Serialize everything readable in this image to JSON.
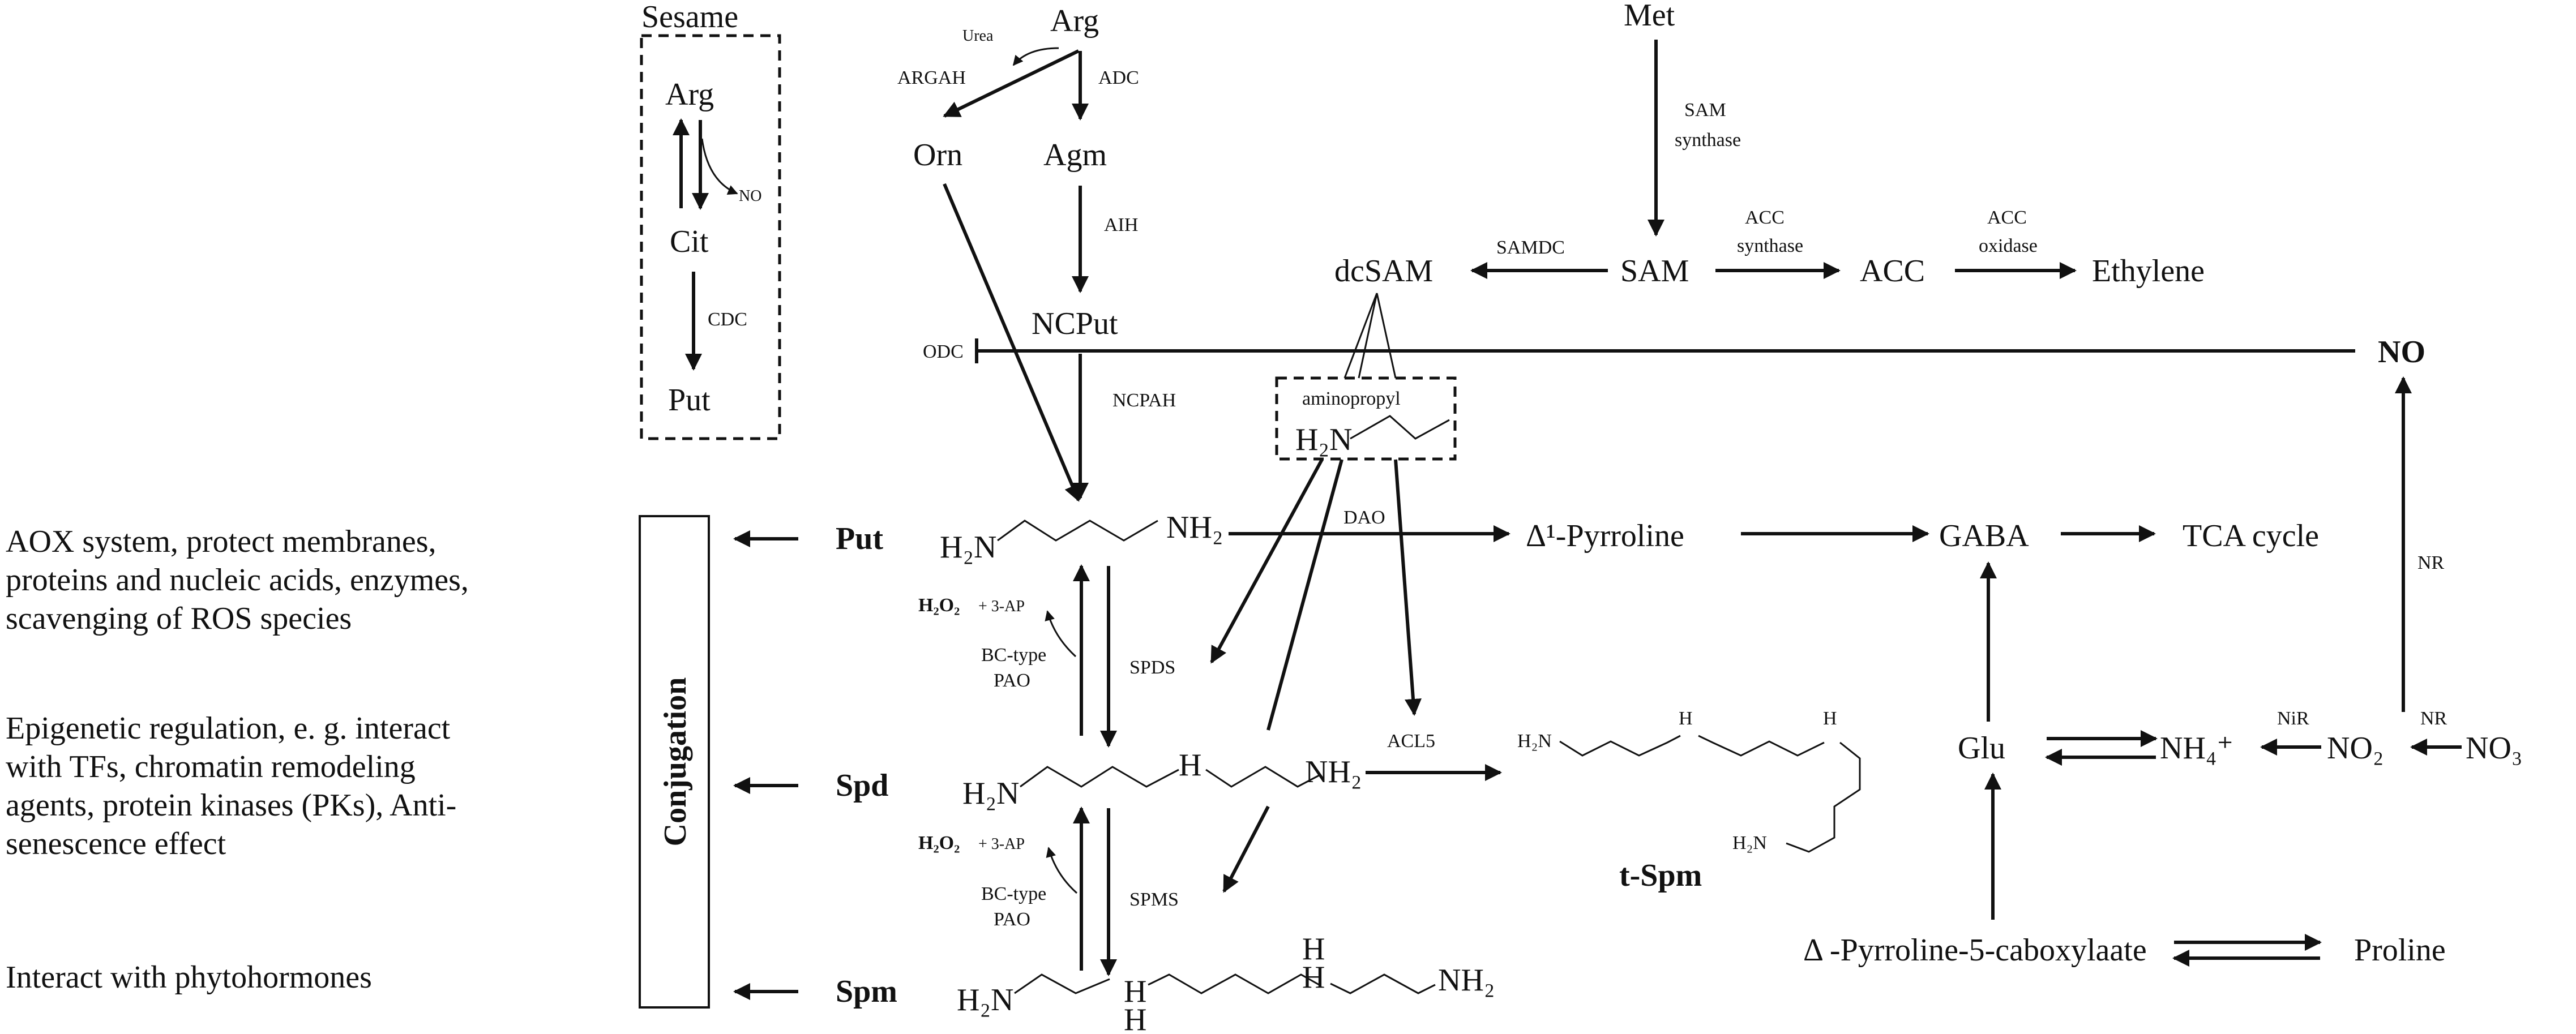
{
  "sesame": {
    "title": "Sesame",
    "arg": "Arg",
    "no": "NO",
    "cit": "Cit",
    "cdc": "CDC",
    "put": "Put"
  },
  "top": {
    "arg": "Arg",
    "urea": "Urea",
    "argah": "ARGAH",
    "adc": "ADC",
    "orn": "Orn",
    "agm": "Agm",
    "aih": "AIH",
    "ncput": "NCPut",
    "odc": "ODC",
    "ncpah": "NCPAH"
  },
  "met_path": {
    "met": "Met",
    "sam_synthase_1": "SAM",
    "sam_synthase_2": "synthase",
    "samdc": "SAMDC",
    "dcsam": "dcSAM",
    "sam": "SAM",
    "acc_synthase_1": "ACC",
    "acc_synthase_2": "synthase",
    "acc": "ACC",
    "acc_oxidase_1": "ACC",
    "acc_oxidase_2": "oxidase",
    "ethylene": "Ethylene",
    "no": "NO"
  },
  "aminopropyl": {
    "label": "aminopropyl",
    "h2n": "H₂N"
  },
  "polyamines": {
    "put": "Put",
    "spd": "Spd",
    "spm": "Spm",
    "tspm": "t-Spm",
    "h2n": "H₂N",
    "nh2": "NH₂",
    "h": "H"
  },
  "enzymes": {
    "dao": "DAO",
    "spds": "SPDS",
    "spms": "SPMS",
    "acl5": "ACL5",
    "bc_type": "BC-type",
    "pao": "PAO",
    "h2o2": "H₂O₂",
    "ap": " + 3-AP",
    "nr": "NR",
    "nir": "NiR"
  },
  "right": {
    "pyrroline": "Δ¹-Pyrroline",
    "gaba": "GABA",
    "tca": "TCA cycle",
    "glu": "Glu",
    "nh4": "NH₄⁺",
    "no2": "NO₂",
    "no3": "NO₃",
    "p5c": "Δ -Pyrroline-5-caboxylaate",
    "proline": "Proline"
  },
  "conjugation": "Conjugation",
  "functions": {
    "put": [
      "AOX system, protect membranes,",
      "proteins and nucleic acids, enzymes,",
      "scavenging of ROS species"
    ],
    "spd": [
      "Epigenetic regulation, e. g. interact",
      "with TFs, chromatin remodeling",
      "agents, protein kinases (PKs), Anti-",
      "senescence effect"
    ],
    "spm": [
      "Interact with phytohormones"
    ]
  }
}
